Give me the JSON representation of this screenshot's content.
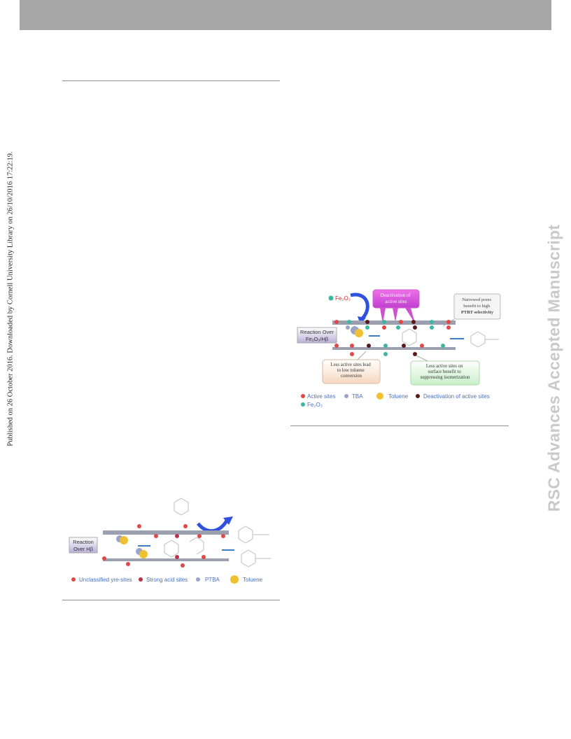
{
  "header": {
    "color": "#a7a7a7"
  },
  "side_stamp": "Published on 26 October 2016. Downloaded by Cornell University Library on 26/10/2016 17:22:19.",
  "watermark": "RSC Advances Accepted Manuscript",
  "scheme_left": {
    "reaction_label_line1": "Reaction",
    "reaction_label_line2": "Over Hβ",
    "legend": [
      {
        "label": "Unclassified yre-sites",
        "color": "#e04848"
      },
      {
        "label": "Strong acid sites",
        "color": "#b8324c"
      },
      {
        "label": "PTBA",
        "color": "#9aa4c8"
      },
      {
        "label": "Toluene",
        "color": "#f0c030"
      }
    ]
  },
  "scheme_right": {
    "fe2o3_label": "Fe₂O₃",
    "deactivation_box": "Deactivation of\nactive sites",
    "narrow_pore_box": "Narrowed pores\nbenefit to high\nPTBT selectivity",
    "reaction_label_line1": "Reaction Over",
    "reaction_label_line2": "Fe₂O₃/Hβ",
    "less_active_left": "Less active sites lead\nto low toluene\nconversion",
    "less_active_right": "Less active sites on\nsurface benefit to\nsuppressing isomerization",
    "legend": [
      {
        "label": "Active sites",
        "color": "#e04848"
      },
      {
        "label": "TBA",
        "color": "#9aa4c8"
      },
      {
        "label": "Toluene",
        "color": "#f0c030"
      },
      {
        "label": "Deactivation of active sites",
        "color": "#5a1a1a"
      },
      {
        "label": "Fe₂O₃",
        "color": "#3cb8a0"
      }
    ]
  }
}
